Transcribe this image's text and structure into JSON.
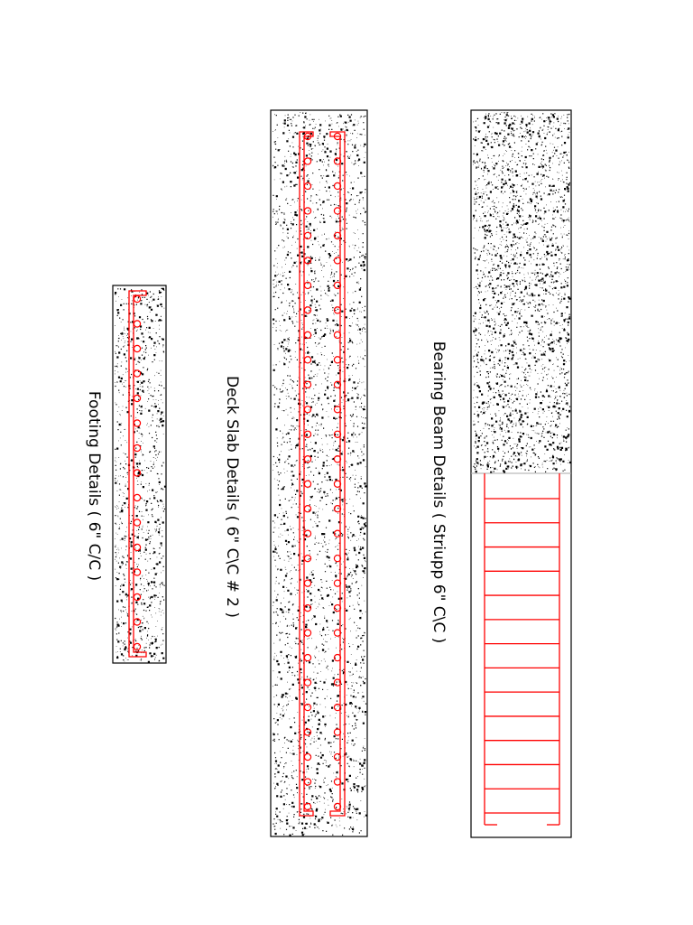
{
  "labels": {
    "bearing_beam": "Bearing Beam Details ( Striupp 6\" C\\C )",
    "deck_slab": "Deck Slab Details ( 6\" C\\C # 2 )",
    "footing": "Footing Details ( 6\" C/C )"
  },
  "colors": {
    "rebar": "#ff0000",
    "outline": "#000000",
    "concrete_speckle": "#000000"
  },
  "details": {
    "footing": {
      "bar_count": 15
    },
    "deck_slab": {
      "bar_count_per_layer": 28,
      "layers": 2
    },
    "bearing_beam": {
      "stirrup_count": 14
    }
  }
}
